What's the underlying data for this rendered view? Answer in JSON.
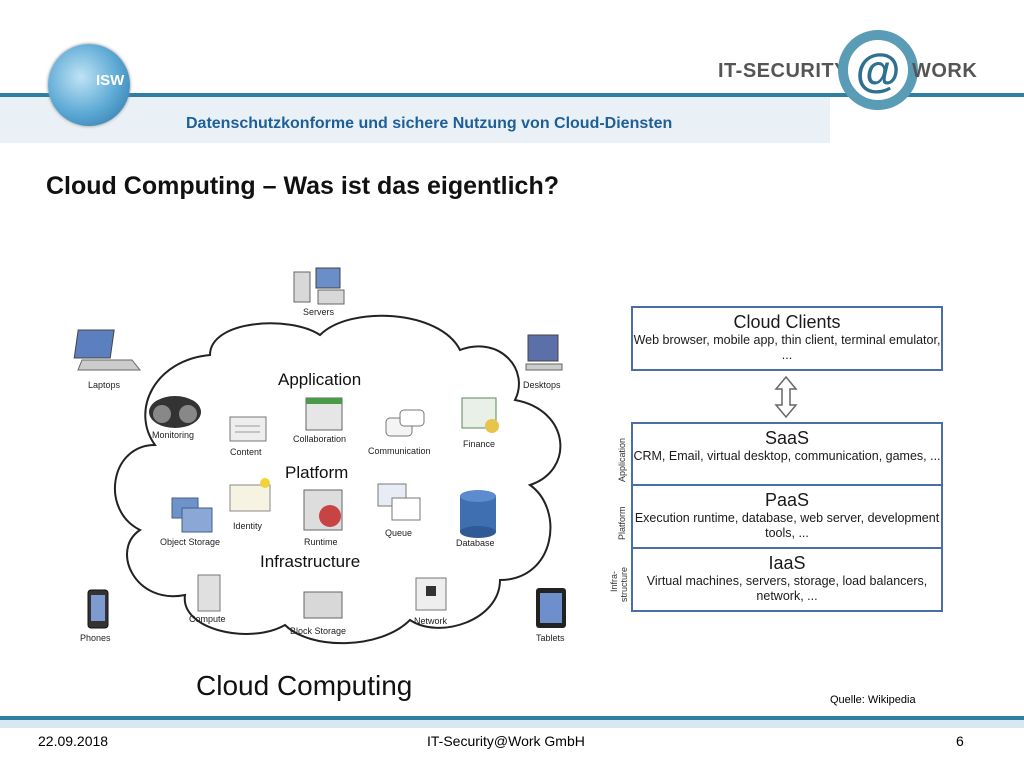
{
  "header": {
    "subtitle": "Datenschutzkonforme und sichere Nutzung von Cloud-Diensten",
    "logo_left_text": "ISW",
    "logo_right_left": "IT-SECURITY",
    "logo_right_at": "@",
    "logo_right_right": "WORK",
    "accent_color": "#2f7fa3"
  },
  "slide": {
    "title": "Cloud Computing – Was ist das eigentlich?",
    "source": "Quelle: Wikipedia"
  },
  "cloud_diagram": {
    "caption": "Cloud Computing",
    "layers": [
      "Application",
      "Platform",
      "Infrastructure"
    ],
    "outside_labels": [
      "Servers",
      "Laptops",
      "Desktops",
      "Phones",
      "Tablets"
    ],
    "inside_labels": [
      "Monitoring",
      "Content",
      "Collaboration",
      "Communication",
      "Finance",
      "Identity",
      "Runtime",
      "Queue",
      "Object Storage",
      "Database",
      "Compute",
      "Block Storage",
      "Network"
    ]
  },
  "stack_diagram": {
    "clients": {
      "title": "Cloud Clients",
      "desc": "Web browser, mobile app, thin client, terminal emulator, ..."
    },
    "saas": {
      "title": "SaaS",
      "desc": "CRM, Email, virtual desktop, communication, games, ...",
      "side": "Application"
    },
    "paas": {
      "title": "PaaS",
      "desc": "Execution runtime, database, web server, development tools, ...",
      "side": "Platform"
    },
    "iaas": {
      "title": "IaaS",
      "desc": "Virtual machines, servers, storage, load balancers, network, ...",
      "side_1": "Infra-",
      "side_2": "structure"
    }
  },
  "footer": {
    "date": "22.09.2018",
    "company": "IT-Security@Work GmbH",
    "page": "6"
  }
}
